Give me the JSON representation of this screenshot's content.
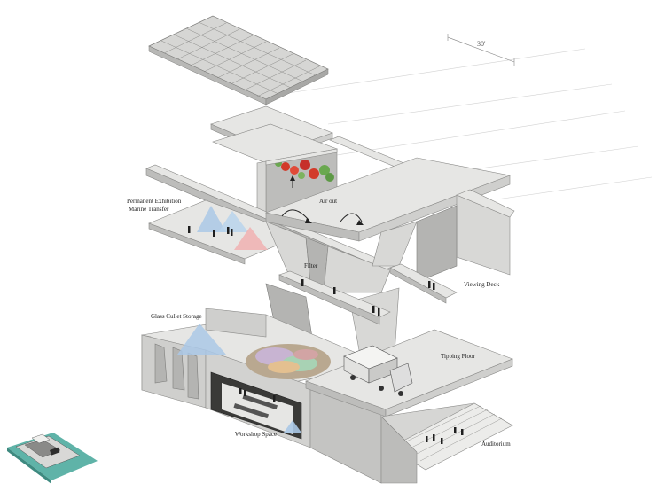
{
  "diagram": {
    "dimension_label": "30'",
    "labels": {
      "permanent_exhibition": "Permanent Exhibition",
      "marine_transfer": "Marine Transfer",
      "air_out": "Air out",
      "filter": "Filter",
      "viewing_deck": "Viewing Deck",
      "glass_cullet_storage": "Glass Cullet Storage",
      "tipping_floor": "Tipping Floor",
      "workshop_space": "Workshop Space",
      "auditorium": "Auditorium"
    }
  },
  "colors": {
    "background": "#ffffff",
    "concrete": "#d8d8d6",
    "plants_red": "#d23a2a",
    "plants_green": "#6aa84f",
    "glass_blue": "#aac8e6",
    "glass_pink": "#f0b4b4",
    "inset_teal": "#5fb3a8"
  }
}
